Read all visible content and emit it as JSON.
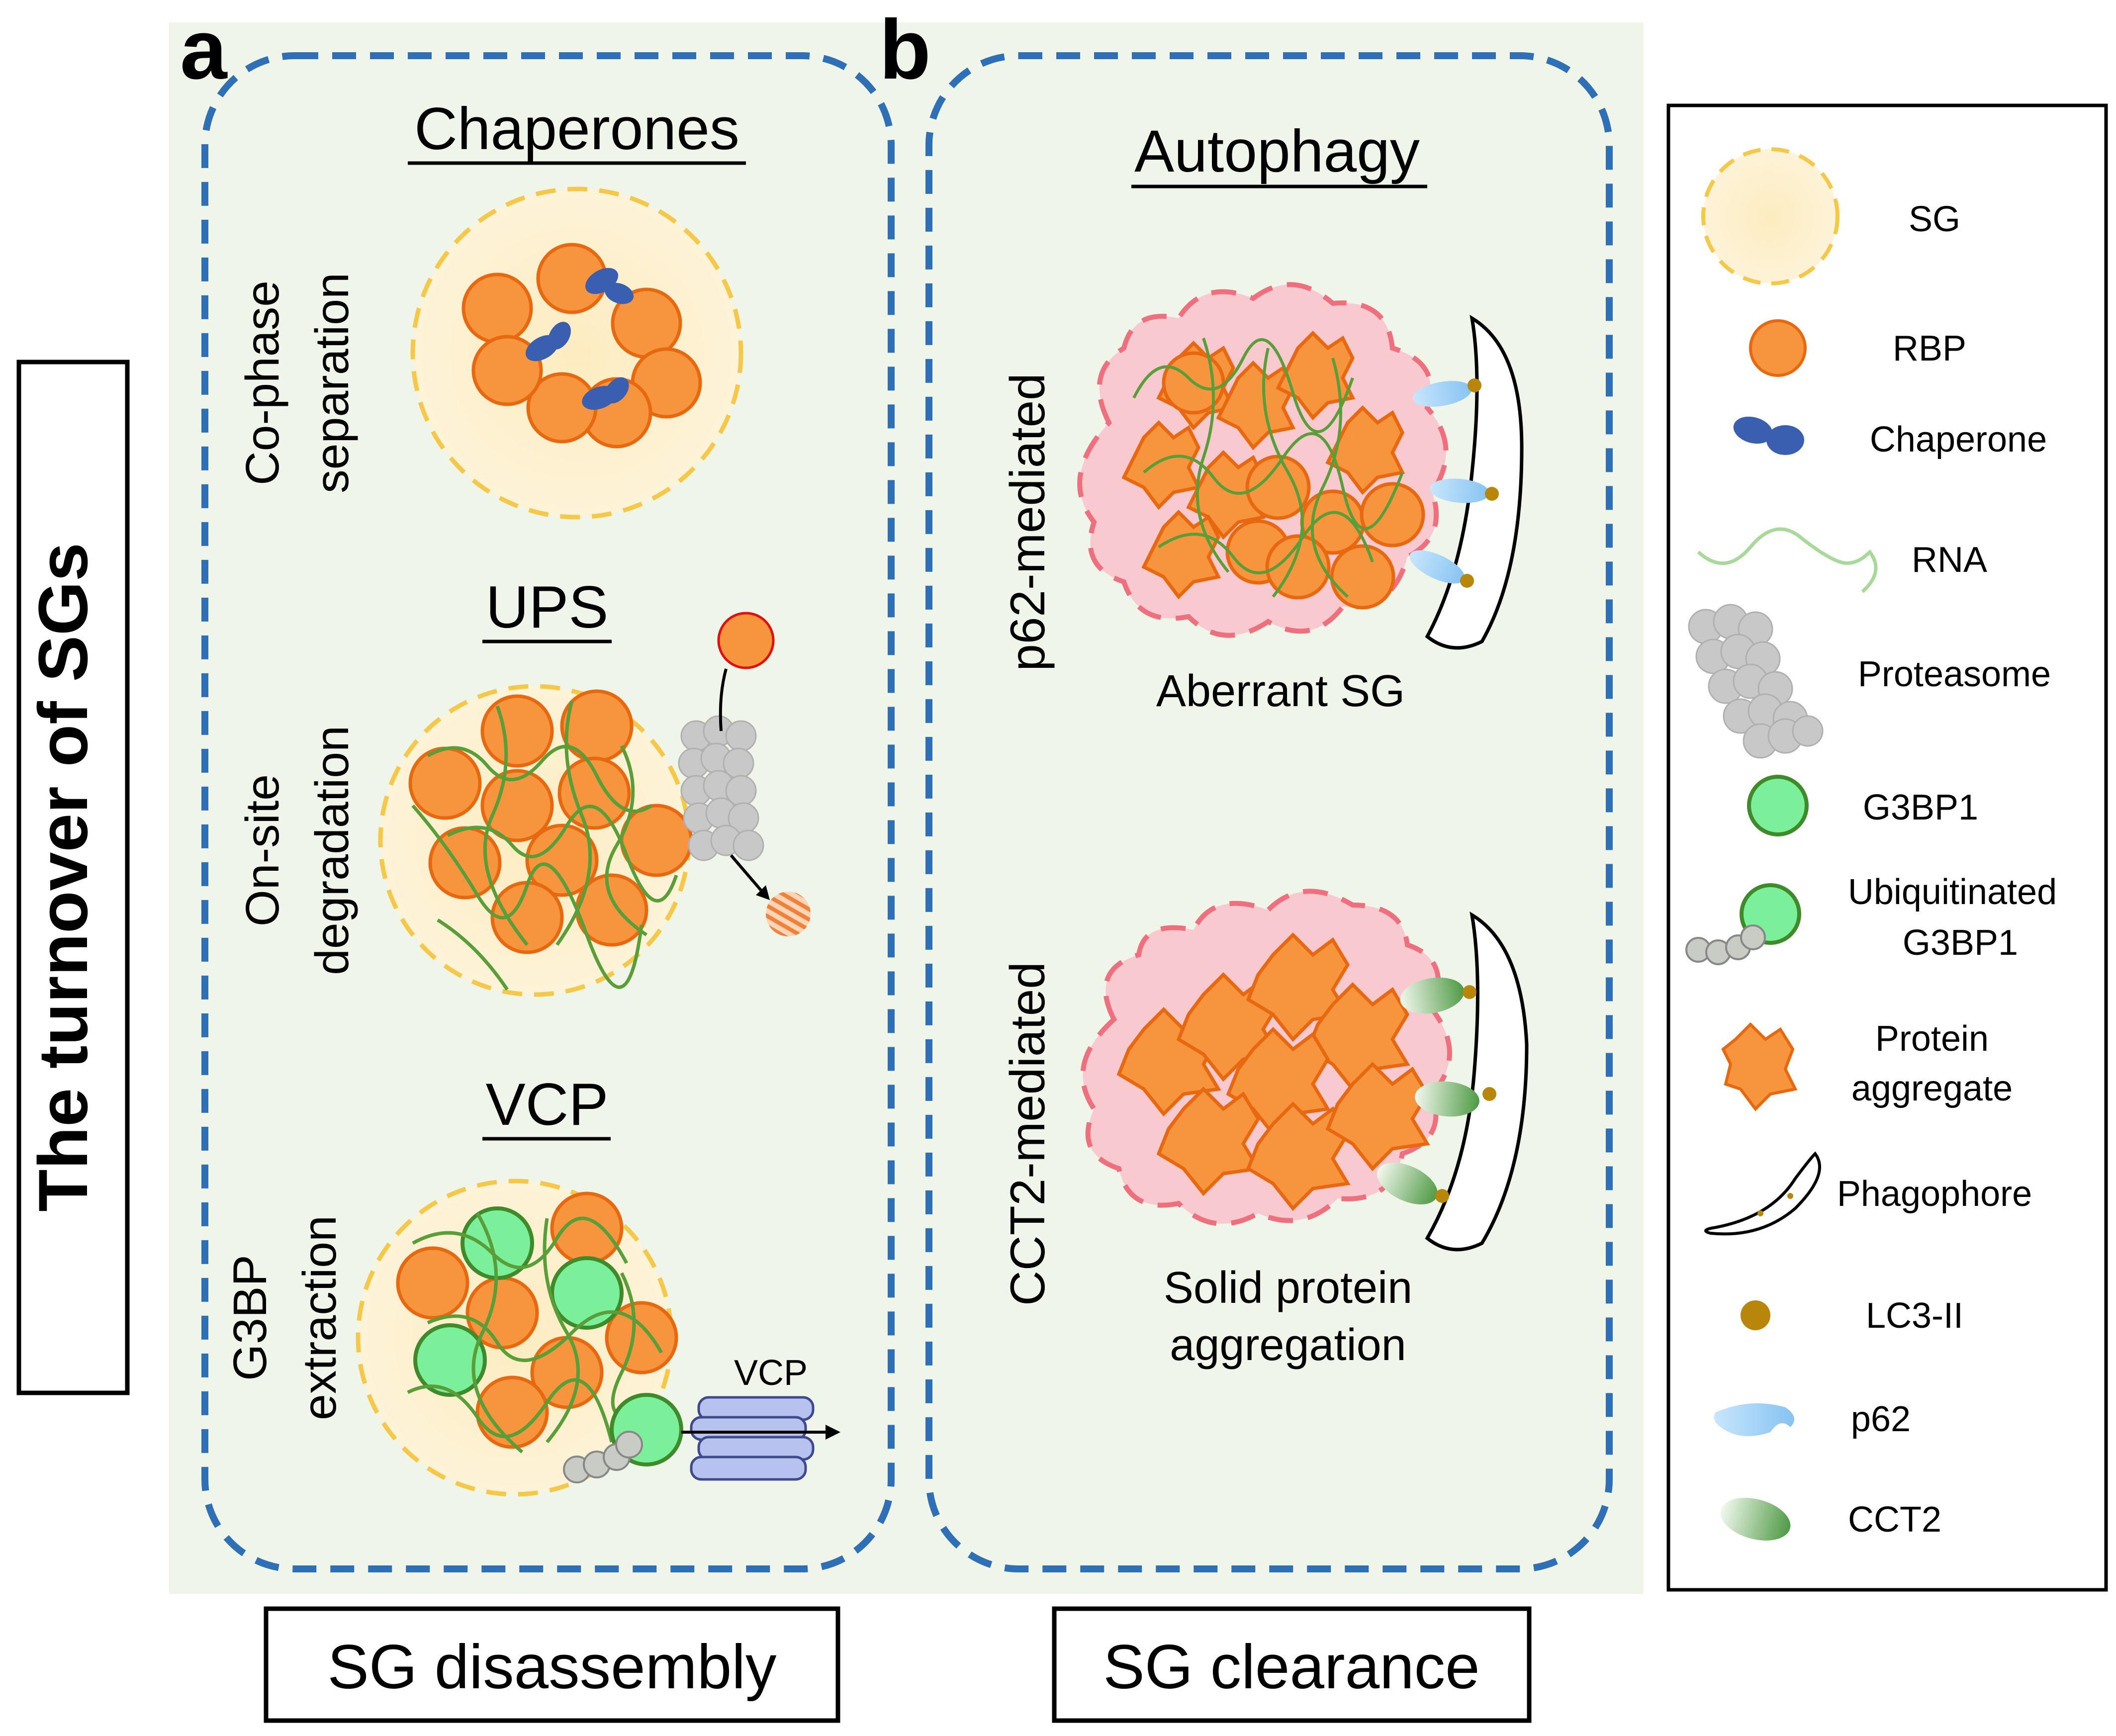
{
  "side_title": "The turnover of SGs",
  "panel_a": {
    "letter": "a",
    "sections": [
      {
        "heading": "Chaperones",
        "side_label": [
          "Co-phase",
          "separation"
        ]
      },
      {
        "heading": "UPS",
        "side_label": [
          "On-site",
          "degradation"
        ]
      },
      {
        "heading": "VCP",
        "side_label": [
          "G3BP",
          "extraction"
        ],
        "vcp_label": "VCP"
      }
    ],
    "footer": "SG disassembly"
  },
  "panel_b": {
    "letter": "b",
    "heading": "Autophagy",
    "sections": [
      {
        "side_label": "p62-mediated",
        "caption": [
          "Aberrant SG"
        ]
      },
      {
        "side_label": "CCT2-mediated",
        "caption": [
          "Solid protein",
          "aggregation"
        ]
      }
    ],
    "footer": "SG clearance"
  },
  "legend": {
    "items": [
      {
        "icon": "sg-icon",
        "label": [
          "SG"
        ]
      },
      {
        "icon": "rbp-icon",
        "label": [
          "RBP"
        ]
      },
      {
        "icon": "chaperone-icon",
        "label": [
          "Chaperone"
        ]
      },
      {
        "icon": "rna-icon",
        "label": [
          "RNA"
        ]
      },
      {
        "icon": "proteasome-icon",
        "label": [
          "Proteasome"
        ]
      },
      {
        "icon": "g3bp1-icon",
        "label": [
          "G3BP1"
        ]
      },
      {
        "icon": "ubiquitinated-g3bp1-icon",
        "label": [
          "Ubiquitinated",
          "G3BP1"
        ]
      },
      {
        "icon": "protein-aggregate-icon",
        "label": [
          "Protein",
          "aggregate"
        ]
      },
      {
        "icon": "phagophore-icon",
        "label": [
          "Phagophore"
        ]
      },
      {
        "icon": "lc3-ii-icon",
        "label": [
          "LC3-II"
        ]
      },
      {
        "icon": "p62-icon",
        "label": [
          "p62"
        ]
      },
      {
        "icon": "cct2-icon",
        "label": [
          "CCT2"
        ]
      }
    ]
  },
  "colors": {
    "sg_fill": "#fdf0cc",
    "sg_stroke": "#f5c84a",
    "rbp_fill": "#f7953f",
    "rbp_stroke": "#e8680f",
    "chaperone": "#3a5fb0",
    "rna": "#5a9e3a",
    "g3bp1_fill": "#7bef9a",
    "g3bp1_stroke": "#3f8a2a",
    "panel_bg": "#eff5e8",
    "dash": "#2e6fb5",
    "aberrant_fill": "#f8c9cf",
    "aberrant_stroke": "#ee6f7d",
    "p62": "#a8d4f7",
    "cct2": "#6aaf5a",
    "lc3": "#b8860b",
    "vcp_fill": "#b8c2ee",
    "vcp_stroke": "#3f4a8c",
    "proteasome": "#c8c8c8"
  }
}
